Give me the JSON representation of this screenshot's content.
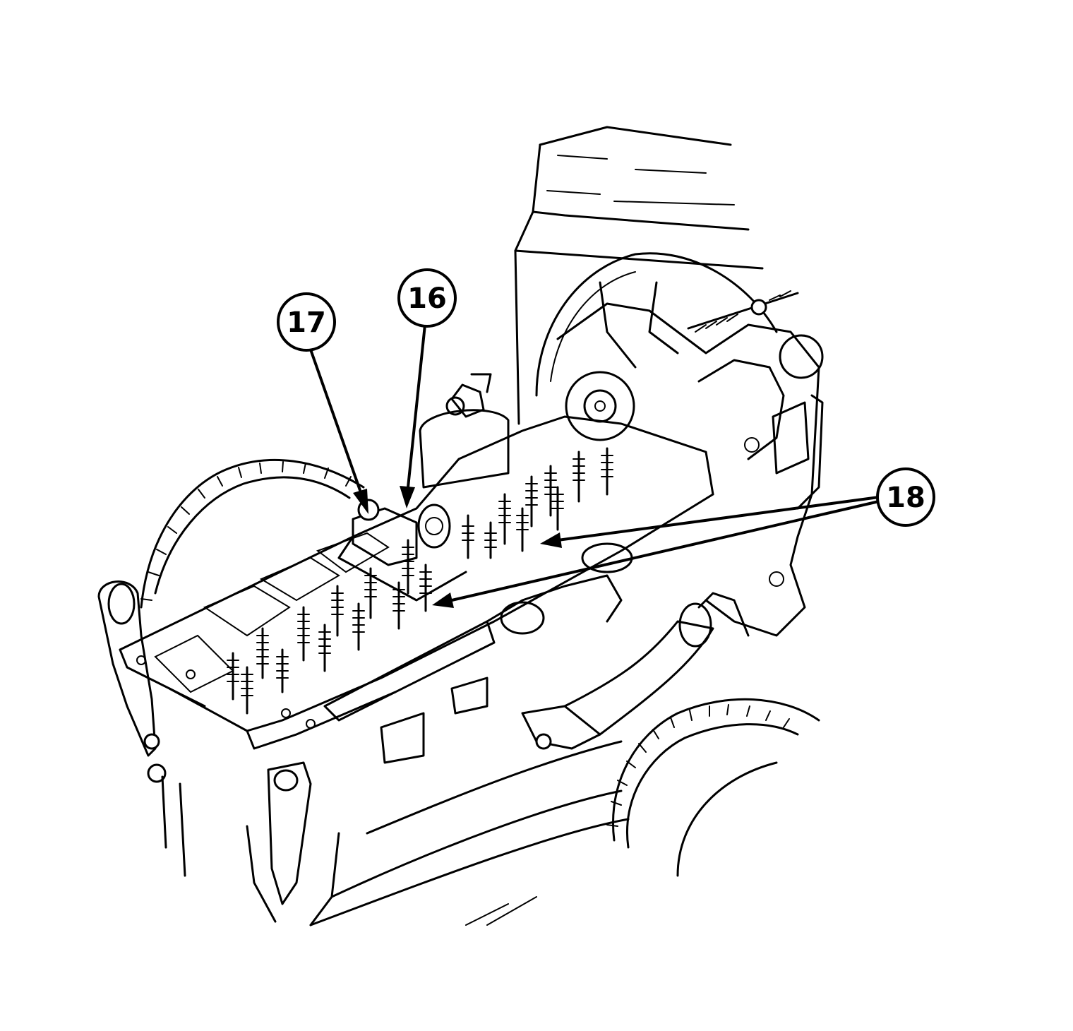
{
  "callouts": [
    {
      "id": "17",
      "label": "17"
    },
    {
      "id": "16",
      "label": "16"
    },
    {
      "id": "18",
      "label": "18"
    }
  ],
  "colors": {
    "line": "#000000",
    "background": "#ffffff"
  }
}
